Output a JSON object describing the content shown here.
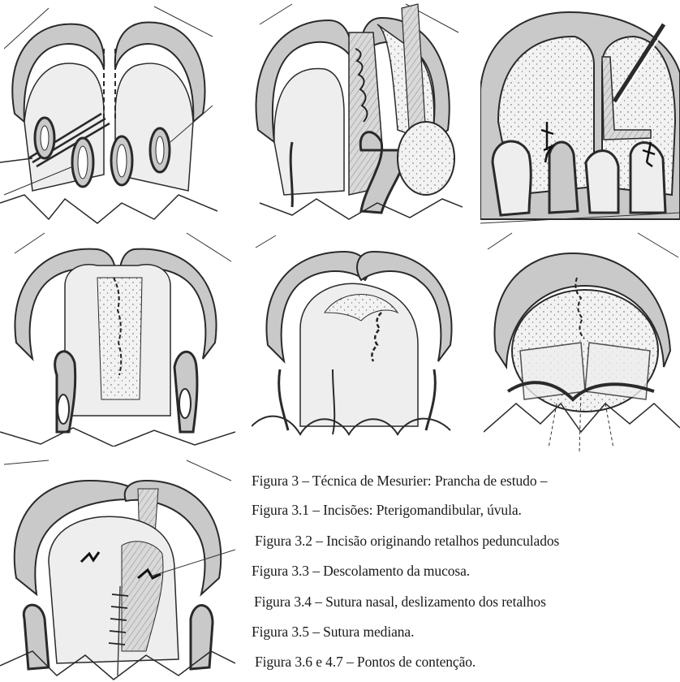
{
  "figure": {
    "captions": [
      "Figura 3 – Técnica de Mesurier: Prancha de estudo –",
      "Figura 3.1 – Incisões: Pterigomandibular, úvula.",
      "Figura 3.2 – Incisão originando retalhos pedunculados",
      "Figura 3.3 – Descolamento da mucosa.",
      "Figura 3.4 – Sutura nasal, deslizamento dos retalhos",
      "Figura 3.5 – Sutura mediana.",
      "Figura 3.6 e 4.7 – Pontos de contenção."
    ]
  },
  "colors": {
    "paper": "#ffffff",
    "ink": "#2a2a2a",
    "tissue_shade": "#c9c9c9",
    "stipple_fill": "#eeeeee"
  }
}
